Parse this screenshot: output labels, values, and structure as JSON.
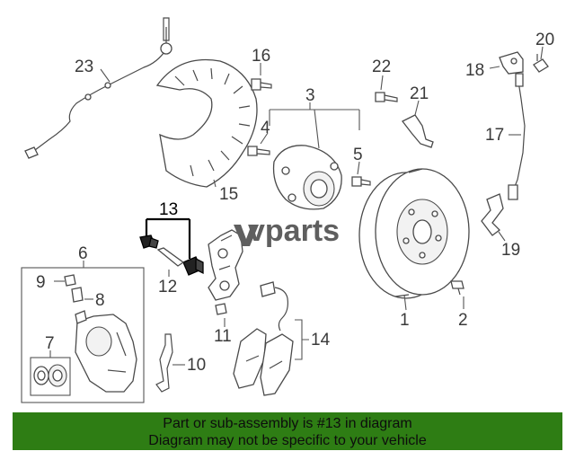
{
  "callouts": {
    "c1": "1",
    "c2": "2",
    "c3": "3",
    "c4": "4",
    "c5": "5",
    "c6": "6",
    "c7": "7",
    "c8": "8",
    "c9": "9",
    "c10": "10",
    "c11": "11",
    "c12": "12",
    "c13": "13",
    "c14": "14",
    "c15": "15",
    "c16": "16",
    "c17": "17",
    "c18": "18",
    "c19": "19",
    "c20": "20",
    "c21": "21",
    "c22": "22",
    "c23": "23"
  },
  "logo": {
    "text": "vparts"
  },
  "footer": {
    "line1": "Part or sub-assembly is #13 in diagram",
    "line2": "Diagram may not be specific to your vehicle"
  },
  "colors": {
    "footer_bg": "#2e7d14",
    "highlight": "#000000",
    "line_art": "#4a4a4a"
  }
}
